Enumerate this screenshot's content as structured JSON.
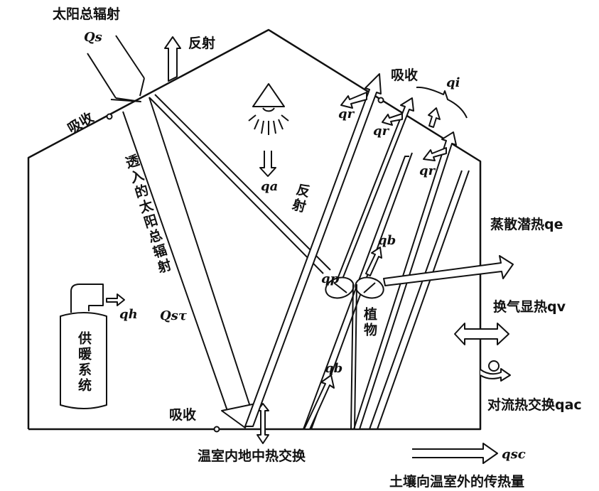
{
  "labels": {
    "solar_total": "太阳总辐射",
    "qs": "Qs",
    "reflect_top": "反射",
    "absorb_left": "吸收",
    "transmitted": "透入的太阳总辐射",
    "qs_tau": "Qsτ",
    "qa": "qa",
    "reflect_mid": "反射",
    "absorb_right": "吸收",
    "qi": "qi",
    "qr1": "qr",
    "qr2": "qr",
    "qr3": "qr",
    "qe": "蒸散潜热qe",
    "qb_upper": "qb",
    "qp": "qp",
    "qv": "换气显热qv",
    "plant": "植物",
    "qb_lower": "qb",
    "qac": "对流热交换qac",
    "absorb_floor": "吸收",
    "ground_exchange": "温室内地中热交换",
    "qsc": "qsc",
    "soil_out": "土壤向温室外的传热量",
    "heating": "供暖系统",
    "qh": "qh"
  }
}
